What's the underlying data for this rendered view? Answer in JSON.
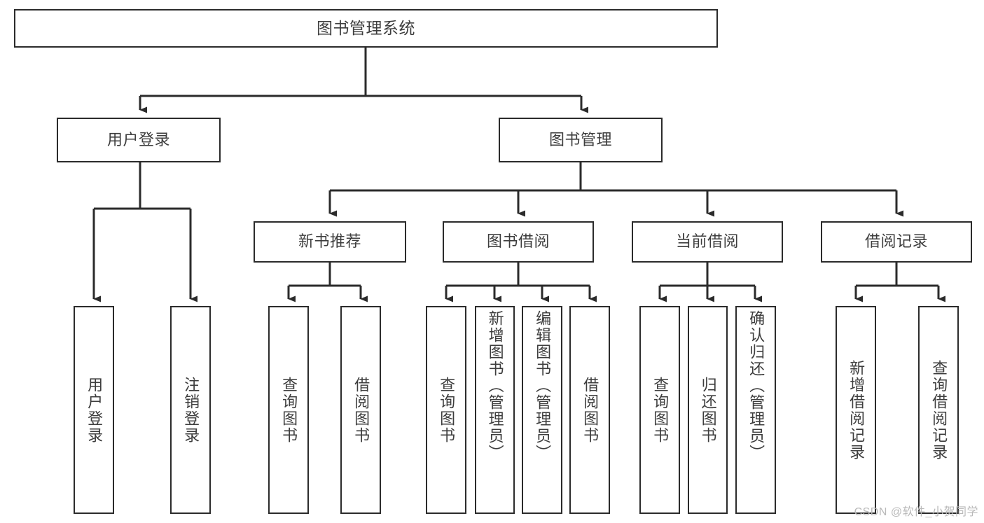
{
  "diagram": {
    "title": "图书管理系统",
    "type": "tree",
    "style": {
      "box_border_color": "#2b2b2b",
      "box_fill_color": "#ffffff",
      "text_color": "#3d3d3d",
      "connector_color": "#2b2b2b",
      "background_color": "#ffffff"
    },
    "root": {
      "label": "图书管理系统"
    },
    "tier1": [
      {
        "label": "用户登录"
      },
      {
        "label": "图书管理"
      }
    ],
    "tier2": [
      {
        "label": "新书推荐"
      },
      {
        "label": "图书借阅"
      },
      {
        "label": "当前借阅"
      },
      {
        "label": "借阅记录"
      }
    ],
    "leaves": {
      "user_login": [
        {
          "label": "用户登录"
        },
        {
          "label": "注销登录"
        }
      ],
      "new_book_recommend": [
        {
          "label": "查询图书"
        },
        {
          "label": "借阅图书"
        }
      ],
      "book_borrow": [
        {
          "label": "查询图书"
        },
        {
          "label": "新增图书（管理员）"
        },
        {
          "label": "编辑图书（管理员）"
        },
        {
          "label": "借阅图书"
        }
      ],
      "current_borrow": [
        {
          "label": "查询图书"
        },
        {
          "label": "归还图书"
        },
        {
          "label": "确认归还（管理员）"
        }
      ],
      "borrow_record": [
        {
          "label": "新增借阅记录"
        },
        {
          "label": "查询借阅记录"
        }
      ]
    }
  },
  "watermark": {
    "text": "CSDN @软件_小贺同学"
  }
}
